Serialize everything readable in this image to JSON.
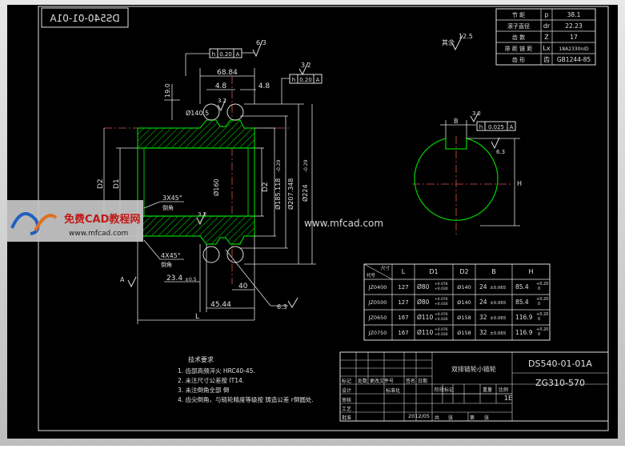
{
  "drawing": {
    "code_mirrored": "DS540-01-01A",
    "title_code": "DS540-01-01A",
    "standard_code": "ZG310-570",
    "part_name": "双排链轮小链轮",
    "scale": "1E",
    "date": "2012/05",
    "roughness_default": "12.5",
    "roughness_default_label": "其余"
  },
  "params_table": {
    "rows": [
      {
        "name": "节 距",
        "sym": "p",
        "val": "38.1"
      },
      {
        "name": "滚子直径",
        "sym": "dr",
        "val": "22.23"
      },
      {
        "name": "齿 数",
        "sym": "Z",
        "val": "17"
      },
      {
        "name": "排 距 链 距",
        "sym": "Lx",
        "val": "18A2330nID"
      },
      {
        "name": "齿 形",
        "sym": "齿",
        "val": "GB1244-85"
      }
    ]
  },
  "dims": {
    "tol1_sym": "h",
    "tol1_val": "0.20",
    "tol1_ref": "A",
    "tol2_sym": "h",
    "tol2_val": "0.20",
    "tol2_ref": "A",
    "tol3_sym": "h",
    "tol3_val": "0.025",
    "tol3_ref": "A",
    "rough_top": "6.3",
    "rough_right": "3.2",
    "rough_key": "3.2",
    "rough_key2": "6.3",
    "rough_flange": "3.2",
    "rough_mid": "3.2",
    "rough_bottom": "6.3",
    "rough_bore": "3.2",
    "d68": "68.84",
    "d48a": "4.8",
    "d48b": "4.8",
    "d190": "19.0",
    "chamfer1": "3X45°",
    "chamfer1_note": "倒角",
    "chamfer2": "4X45°",
    "chamfer2_note": "倒角",
    "d234": "23.4",
    "d234_tol": "±0.5",
    "d40": "40",
    "d4544": "45.44",
    "dL": "L",
    "dD1": "D1",
    "dD2": "D2",
    "dD2b": "D2",
    "d160": "Ø160",
    "d1405": "Ø140.5",
    "d185": "Ø185.118",
    "d207": "Ø207.348",
    "d224": "Ø224",
    "d185_tol": "-0.29",
    "d224_tol": "-0.29",
    "key_b": "B",
    "key_h": "H",
    "side_a": "A"
  },
  "size_table": {
    "headers": [
      "",
      "L",
      "D1",
      "D2",
      "B",
      "H"
    ],
    "header_first_a": "尺寸",
    "header_first_b": "代号",
    "rows": [
      {
        "code": "JZ0400",
        "L": "127",
        "D1": "Ø80",
        "D1_tol": "+0.076 / +0.030",
        "D2": "Ø140",
        "B": "24",
        "B_tol": "±0.065",
        "H": "85.4",
        "H_tol": "+0.20 / 0"
      },
      {
        "code": "JZ0500",
        "L": "127",
        "D1": "Ø80",
        "D1_tol": "+0.076 / +0.030",
        "D2": "Ø140",
        "B": "24",
        "B_tol": "±0.065",
        "H": "85.4",
        "H_tol": "+0.20 / 0"
      },
      {
        "code": "JZ0650",
        "L": "167",
        "D1": "Ø110",
        "D1_tol": "+0.076 / +0.030",
        "D2": "Ø158",
        "B": "32",
        "B_tol": "±0.065",
        "H": "116.9",
        "H_tol": "+0.20 / 0"
      },
      {
        "code": "JZ0750",
        "L": "167",
        "D1": "Ø110",
        "D1_tol": "+0.076 / +0.030",
        "D2": "Ø158",
        "B": "32",
        "B_tol": "±0.065",
        "H": "116.9",
        "H_tol": "+0.20 / 0"
      }
    ]
  },
  "notes": {
    "title": "技术要求",
    "items": [
      "1. 齿部高频淬火  HRC40-45.",
      "2. 未注尺寸公差按  IT14.",
      "3. 未注倒角全部  倒",
      "4. 齿尖倒角，与链轮精度等级按  铸造公差  r倒圆处."
    ]
  },
  "title_block": {
    "labels": [
      "标记",
      "处数",
      "更改文件号",
      "签名",
      "日期",
      "设计",
      "标准化",
      "审核",
      "工艺",
      "批准",
      "阶段标记",
      "重量",
      "比例",
      "共",
      "张",
      "第",
      "张"
    ]
  },
  "watermark": {
    "site": "www.mfcad.com",
    "logo_text": "免费CAD教程网",
    "logo_url": "www.mfcad.com"
  }
}
